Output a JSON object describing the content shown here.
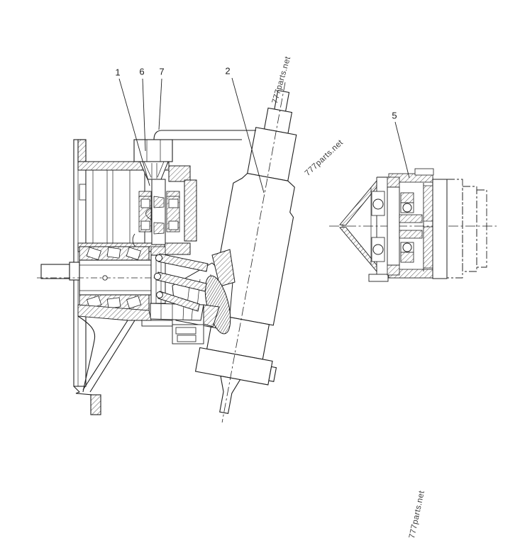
{
  "figure": {
    "kind": "technical parts diagram - sectional drawing of bent-axis hydraulic piston pump with gearbox flange, side section and end section views",
    "background_color": "#ffffff",
    "line_color": "#1f1f1f",
    "watermark_color": "#3d3d3d"
  },
  "callouts": [
    {
      "id": "1",
      "label": "1"
    },
    {
      "id": "6",
      "label": "6"
    },
    {
      "id": "7",
      "label": "7"
    },
    {
      "id": "2",
      "label": "2"
    },
    {
      "id": "5",
      "label": "5"
    }
  ],
  "watermarks": [
    {
      "text": "777parts.net"
    },
    {
      "text": "777parts.net"
    },
    {
      "text": "777parts.net"
    }
  ]
}
